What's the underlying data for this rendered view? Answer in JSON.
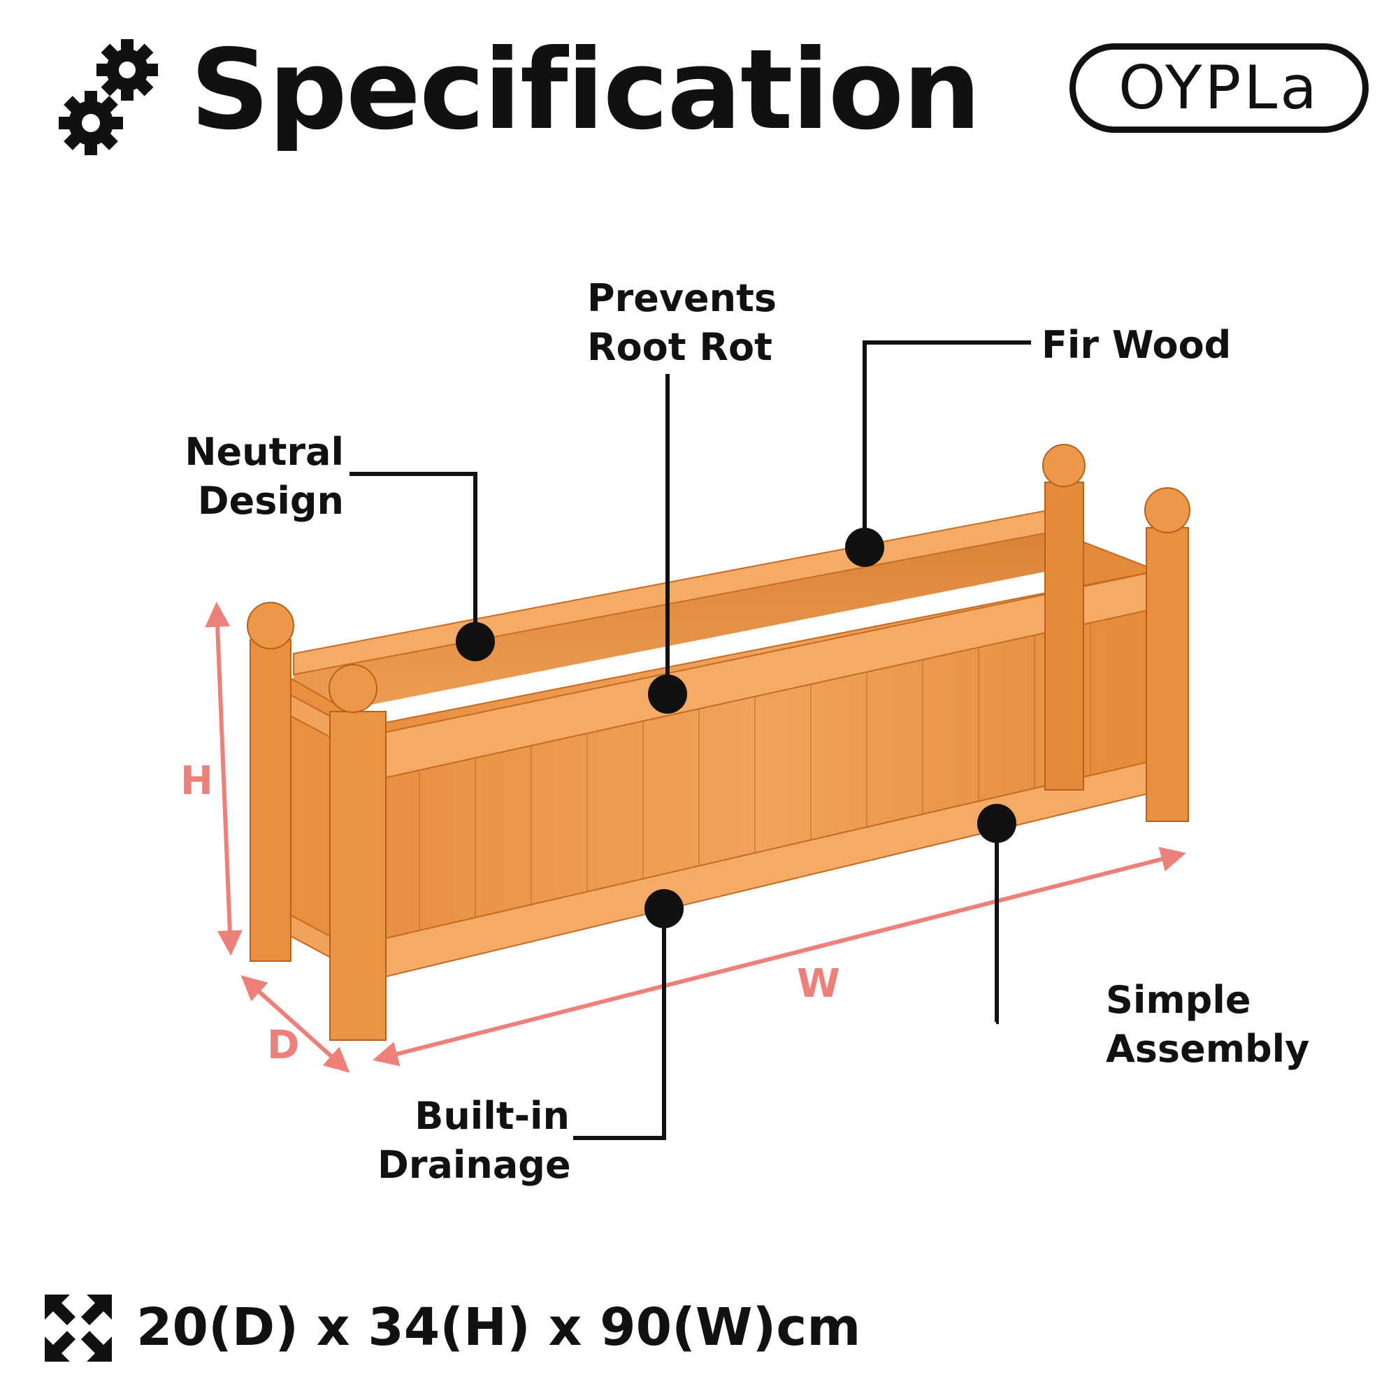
{
  "header": {
    "title": "Specification",
    "title_icon": "gears-icon",
    "brand_logo_text": "OYPLa"
  },
  "callouts": {
    "prevents_root_rot": [
      "Prevents",
      "Root Rot"
    ],
    "fir_wood": [
      "Fir Wood"
    ],
    "neutral_design": [
      "Neutral",
      "Design"
    ],
    "simple_assembly": [
      "Simple",
      "Assembly"
    ],
    "built_in_drainage": [
      "Built-in",
      "Drainage"
    ]
  },
  "dimension_labels": {
    "height": "H",
    "depth": "D",
    "width": "W"
  },
  "dimensions": {
    "icon": "expand-arrows-icon",
    "text": "20(D) x 34(H) x 90(W)cm"
  },
  "colors": {
    "text": "#111111",
    "dimension_accent": "#ef8079",
    "wood_light": "#f2a864",
    "wood_mid": "#e8903e",
    "wood_dark": "#c66a22"
  }
}
